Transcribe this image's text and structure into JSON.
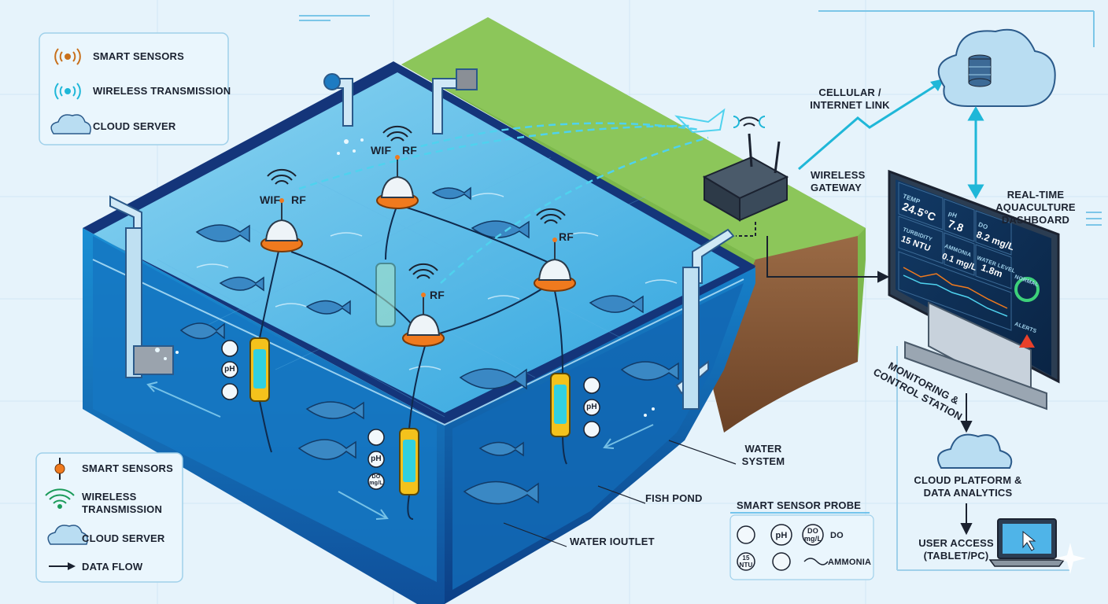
{
  "legend_top": {
    "items": [
      {
        "label": "SMART SENSORS",
        "icon": "sensor-waves-icon"
      },
      {
        "label": "WIRELESS TRANSMISSION",
        "icon": "wireless-waves-icon"
      },
      {
        "label": "CLOUD SERVER",
        "icon": "cloud-icon"
      }
    ]
  },
  "legend_bottom": {
    "items": [
      {
        "label": "SMART SENSORS",
        "icon": "sensor-pin-icon"
      },
      {
        "label": "WIRELESS\nTRANSMISSION",
        "icon": "wifi-icon"
      },
      {
        "label": "CLOUD SERVER",
        "icon": "cloud-icon"
      },
      {
        "label": "DATA FLOW",
        "icon": "arrow-right-icon"
      }
    ]
  },
  "radio_labels": {
    "wifi_a": "WIF",
    "rf_a": "RF",
    "wifi_b": "WIF",
    "rf_b": "RF",
    "rf_c": "RF",
    "rf_d": "RF"
  },
  "network": {
    "cellular_link": "CELLULAR /\nINTERNET LINK",
    "wireless_gateway": "WIRELESS\nGATEWAY"
  },
  "dashboard": {
    "title": "REAL-TIME\nAQUACULTURE\nDASHBOARD",
    "tiles": [
      {
        "label": "TEMP",
        "value": "24.5°C"
      },
      {
        "label": "pH",
        "value": "7.8"
      },
      {
        "label": "DO",
        "value": "8.2 mg/L"
      },
      {
        "label": "TURBIDITY",
        "value": "15 NTU"
      },
      {
        "label": "AMMONIA",
        "value": "0.1 mg/L"
      },
      {
        "label": "WATER LEVEL",
        "value": "1.8m"
      }
    ],
    "gauge_label": "NORMAL",
    "alerts_label": "ALERTS"
  },
  "station": {
    "monitoring_label": "MONITORING &\nCONTROL STATION",
    "cloud_platform": "CLOUD PLATFORM &\nDATA ANALYTICS",
    "user_access": "USER ACCESS\n(TABLET/PC)"
  },
  "pond": {
    "water_system": "WATER\nSYSTEM",
    "fish_pond": "FISH POND",
    "water_outlet": "WATER IOUTLET"
  },
  "probe_legend": {
    "title": "SMART SENSOR PROBE",
    "icons": [
      "pH",
      "DO\nmg/L",
      "15\nNTU"
    ],
    "do_label": "DO",
    "ammonia_label": "AMMONIA"
  },
  "probe_icons": {
    "ph": "pH",
    "do": "DO\nmg/L"
  },
  "colors": {
    "water": "#1f8fd6",
    "pond_wall": "#14357a",
    "grass": "#7cb84c",
    "soil": "#8a5a3a",
    "accent_orange": "#f07a1e",
    "cyan_link": "#1fb7d8"
  }
}
